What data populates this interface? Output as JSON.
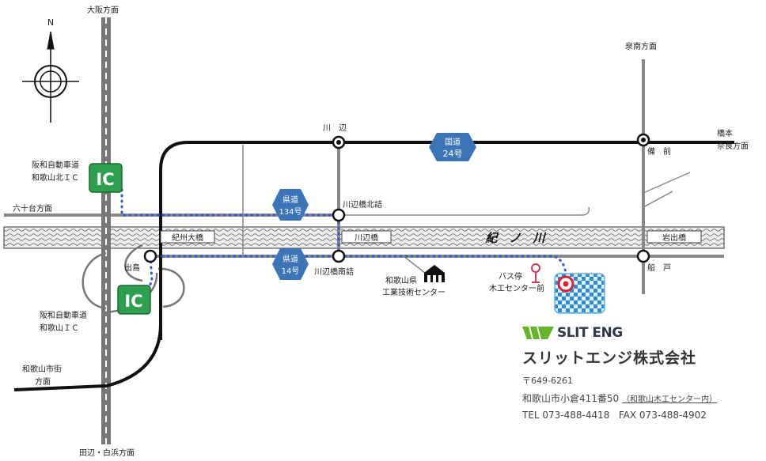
{
  "directions": {
    "osaka": "大阪方面",
    "sennan": "泉南方面",
    "hashimoto_1": "橋本",
    "hashimoto_2": "奈良方面",
    "mutoridai": "六十台方面",
    "wakayama_street_1": "和歌山市街",
    "wakayama_street_2": "方面",
    "tanabe": "田辺・白浜方面"
  },
  "compass": {
    "north": "N"
  },
  "ic": [
    {
      "label": "IC",
      "name_1": "阪和自動車道",
      "name_2": "和歌山北ＩＣ"
    },
    {
      "label": "IC",
      "name_1": "阪和自動車道",
      "name_2": "和歌山ＩＣ"
    }
  ],
  "intersections": {
    "kawanabe": "川　辺",
    "bizen": "備　前",
    "funato": "船　戸",
    "kawanabe_north": "川辺橋北詰",
    "kawanabe_south": "川辺橋南詰",
    "ijima": "出島"
  },
  "route_shields": [
    {
      "line1": "国道",
      "line2": "24号"
    },
    {
      "line1": "県道",
      "line2": "134号"
    },
    {
      "line1": "県道",
      "line2": "14号"
    }
  ],
  "bridges": {
    "kishu": "紀州大橋",
    "kawanabe": "川辺橋",
    "iwade": "岩出橋"
  },
  "river": "紀　ノ　川",
  "landmarks": {
    "center_1": "和歌山県",
    "center_2": "工業技術センター",
    "bus_1": "バス停",
    "bus_2": "木工センター前"
  },
  "colors": {
    "ic_green": "#2e9e4f",
    "route_blue": "#2f5dd0",
    "shield_blue": "#3c74b8"
  },
  "company": {
    "logo_text": "SLIT ENG",
    "name": "スリットエンジ株式会社",
    "postal": "〒649-6261",
    "address": "和歌山市小倉411番50",
    "address_note": "（和歌山木工センター内）",
    "tel": "TEL 073-488-4418",
    "fax": "FAX 073-488-4902"
  }
}
